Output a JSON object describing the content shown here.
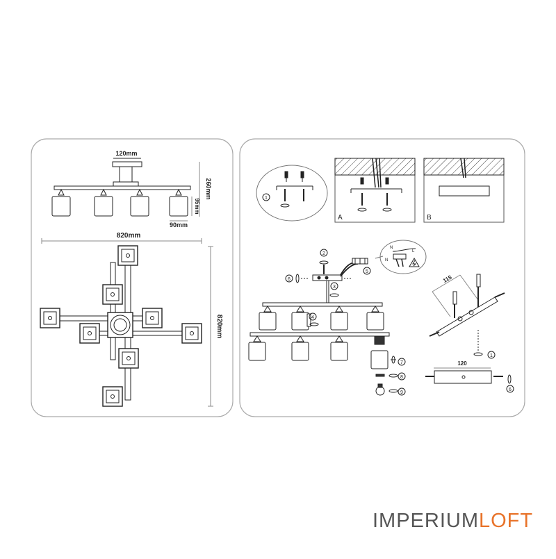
{
  "dimensions": {
    "canopy_width": "120mm",
    "total_height": "260mm",
    "shade_height": "95mm",
    "shade_width": "90mm",
    "span_width": "820mm",
    "span_depth": "820mm"
  },
  "panel_labels": {
    "a": "A",
    "b": "B"
  },
  "steps": {
    "s1": "1",
    "s2": "2",
    "s3": "3",
    "s4": "4",
    "s5": "5",
    "s6": "6",
    "s7": "7",
    "s8": "8",
    "s9": "9"
  },
  "wiring": {
    "n": "N",
    "l": "L"
  },
  "bracket": {
    "spacing": "115",
    "length": "120"
  },
  "brand": {
    "part1": "IMPERIUM",
    "part2": "LOFT",
    "color1": "#555555",
    "color2": "#e8732a"
  }
}
